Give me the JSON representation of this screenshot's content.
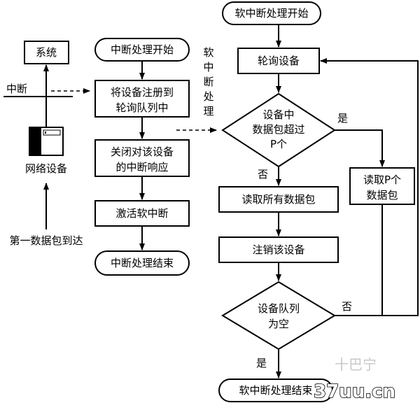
{
  "left_flow": {
    "system": "系统",
    "interrupt": "中断",
    "network_device": "网络设备",
    "first_packet_arrives": "第一数据包到达",
    "start": "中断处理开始",
    "register": [
      "将设备注册到",
      "轮询队列中"
    ],
    "disable": [
      "关闭对该设备",
      "的中断响应"
    ],
    "activate": "激活软中断",
    "end": "中断处理结束"
  },
  "softirq_label": [
    "软",
    "中",
    "断",
    "处",
    "理"
  ],
  "right_flow": {
    "start": "软中断处理开始",
    "poll": "轮询设备",
    "decision1": [
      "设备中",
      "数据包超过",
      "P个"
    ],
    "yes1": "是",
    "no1": "否",
    "read_p": [
      "读取P个",
      "数据包"
    ],
    "read_all": "读取所有数据包",
    "deregister": "注销该设备",
    "decision2": [
      "设备队列",
      "为空"
    ],
    "no2": "否",
    "yes2": "是",
    "end": "软中断处理结束"
  },
  "watermark": {
    "brand": "37uu.cn",
    "faint": "十巴宁"
  }
}
